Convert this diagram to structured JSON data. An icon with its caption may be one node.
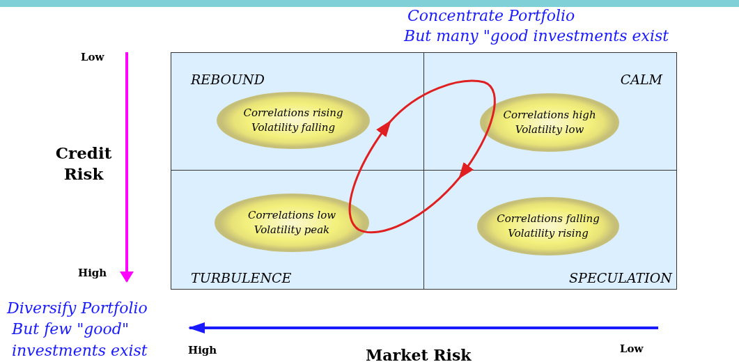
{
  "diagram": {
    "nodes": [
      {
        "text": [
          "REBOUND"
        ]
      },
      {
        "text": [
          "Correlations rising",
          "Volatility falling"
        ],
        "in": 0
      },
      {
        "text": [
          "CALM"
        ]
      },
      {
        "text": [
          "Correlations high",
          "Volatility low"
        ],
        "in": 2
      },
      {
        "text": [
          "TURBULENCE"
        ]
      },
      {
        "text": [
          "Correlations low",
          "Volatility peak"
        ],
        "in": 4
      },
      {
        "text": [
          "SPECULATION"
        ]
      },
      {
        "text": [
          "Correlations falling",
          "Volatility rising"
        ],
        "in": 6
      }
    ],
    "labels": [
      "Concentrate Portfolio",
      "But many \"good investments exist",
      "Low",
      "Credit Risk",
      "High",
      "Diversify Portfolio",
      "But few \"good\" investments exist",
      "High",
      "Market Risk",
      "Low"
    ]
  }
}
